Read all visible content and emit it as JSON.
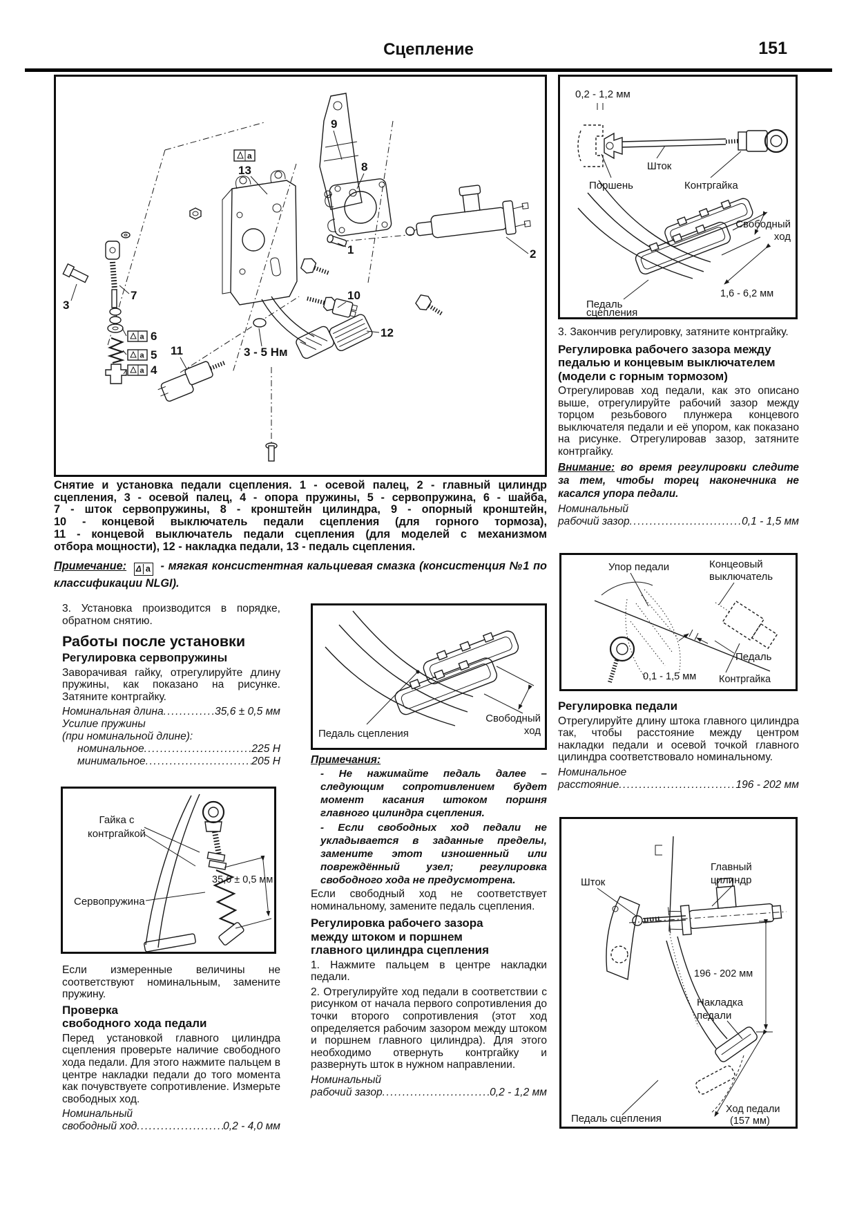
{
  "header": {
    "title": "Сцепление",
    "page_number": "151"
  },
  "icons": {
    "grease": {
      "symbol": "Δ",
      "letter": "a"
    }
  },
  "leader_dots": "..........................................................................................",
  "main_figure": {
    "torque": "3 - 5 Нм",
    "callouts": {
      "c1": "1",
      "c2": "2",
      "c3": "3",
      "c4": "4",
      "c5": "5",
      "c6": "6",
      "c7": "7",
      "c8": "8",
      "c9": "9",
      "c10": "10",
      "c11": "11",
      "c12": "12",
      "c13": "13"
    },
    "caption_lines": [
      "Снятие и установка педали сцепления. 1 - осевой палец, 2 - главный цилиндр",
      "сцепления, 3 - осевой палец, 4 - опора пружины, 5 - сервопружина, 6 - шайба,",
      "7 - шток сервопружины, 8 - кронштейн цилиндра, 9 - опорный кронштейн,",
      "10 - концевой выключатель педали сцепления (для горного тормоза),",
      "11 - концевой выключатель педали сцепления (для моделей с механизмом",
      "отбора мощности), 12 - накладка педали, 13 - педаль сцепления."
    ],
    "note": {
      "label": "Примечание:",
      "text": "- мягкая консистентная кальциевая смазка (консистенция №1 по классификации NLGI)."
    }
  },
  "columns": {
    "left": {
      "p1": "3. Установка производится в порядке, обратном снятию.",
      "h1": "Работы после установки",
      "h2": "Регулировка сервопружины",
      "p2": "Заворачивая гайку, отрегулируйте длину пружины, как показано на рисунке. Затяните контргайку.",
      "spec_len": {
        "label": "Номинальная длина",
        "value": "35,6 ± 0,5 мм"
      },
      "force_head": "Усилие пружины",
      "force_sub": "(при номинальной длине):",
      "spec_nom": {
        "label": "номинальное",
        "value": "225 Н"
      },
      "spec_min": {
        "label": "минимальное",
        "value": "205 Н"
      },
      "p3": "Если измеренные величины не соответствуют номинальным, замените пружину.",
      "h3": "Проверка\nсвободного хода педали",
      "p4": "Перед установкой главного цилиндра сцепления проверьте наличие свободного хода педали. Для этого нажмите пальцем в центре накладки педали до того момента как почувствуете сопротивление. Измерьте свободных ход.",
      "spec_free_head": "Номинальный",
      "spec_free": {
        "label": "свободный ход",
        "value": "0,2 - 4,0 мм"
      }
    },
    "middle": {
      "notes_label": "Примечания:",
      "note1": "- Не нажимайте педаль далее – следующим сопротивлением будет момент касания штоком поршня главного цилиндра сцепления.",
      "note2": "- Если свободных ход педали не укладывается в заданные пределы, замените этот изношенный или повреждённый узел; регулировка свободного хода не предусмотрена.",
      "p1": "Если свободный ход не соответствует номинальному, замените педаль сцепления.",
      "h2": "Регулировка рабочего зазора\nмежду штоком и поршнем\nглавного цилиндра сцепления",
      "p2": "1. Нажмите пальцем в центре накладки педали.",
      "p3": "2. Отрегулируйте ход педали в соответствии с рисунком от начала первого сопротивления до точки второго сопротивления (этот ход определяется рабочим зазором между штоком и поршнем главного цилиндра). Для этого необходимо отвернуть контргайку и развернуть шток в нужном направлении.",
      "spec_head": "Номинальный",
      "spec": {
        "label": "рабочий зазор",
        "value": "0,2 - 1,2 мм"
      }
    },
    "right": {
      "p1": "3. Закончив регулировку, затяните контргайку.",
      "h2a": "Регулировка рабочего зазора между\nпедалью и концевым выключателем\n(модели с горным тормозом)",
      "p2": "Отрегулировав ход педали, как это описано выше, отрегулируйте рабочий зазор между торцом резьбового плунжера концевого выключателя педали и её упором, как показано на рисунке. Отрегулировав зазор, затяните контргайку.",
      "warn": {
        "label": "Внимание:",
        "text": " во время регулировки следите за тем, чтобы торец наконечника не касался упора педали."
      },
      "spec1_head": "Номинальный",
      "spec1": {
        "label": "рабочий зазор",
        "value": "0,1 - 1,5 мм"
      },
      "h2b": "Регулировка педали",
      "p3": "Отрегулируйте длину штока главного цилиндра так, чтобы расстояние между центром накладки педали и осевой точкой главного цилиндра соответствовало номинальному.",
      "spec2_head": "Номинальное",
      "spec2": {
        "label": "расстояние",
        "value": "196 - 202 мм"
      }
    }
  },
  "figures": {
    "servo_spring": {
      "nut1": "Гайка с",
      "nut2": "контргайкой",
      "dim": "35,6 ± 0,5 мм",
      "spring": "Сервопружина"
    },
    "free_play": {
      "pedal": "Педаль сцепления",
      "free1": "Свободный",
      "free2": "ход"
    },
    "rod_piston": {
      "dim_top": "0,2 - 1,2 мм",
      "rod": "Шток",
      "piston": "Поршень",
      "locknut": "Контргайка",
      "free1": "Свободный",
      "free2": "ход",
      "dim_bottom": "1,6 - 6,2 мм",
      "pedal1": "Педаль",
      "pedal2": "сцепления"
    },
    "end_switch": {
      "stop": "Упор педали",
      "sw1": "Концеовый",
      "sw2": "выключатель",
      "pedal": "Педаль",
      "dim": "0,1 - 1,5 мм",
      "locknut": "Контргайка"
    },
    "pedal_adjust": {
      "rod": "Шток",
      "cyl1": "Главный",
      "cyl2": "цилиндр",
      "dim": "196 - 202 мм",
      "pad1": "Накладка",
      "pad2": "педали",
      "pedal": "Педаль сцепления",
      "travel1": "Ход педали",
      "travel2": "(157 мм)"
    }
  }
}
